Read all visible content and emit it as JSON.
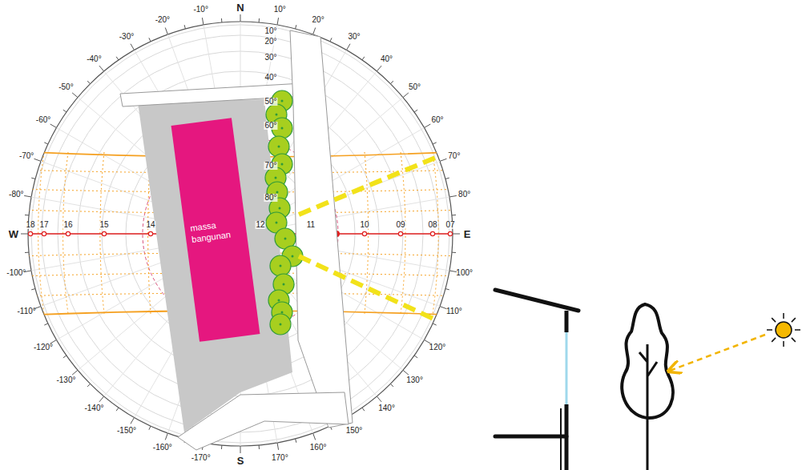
{
  "diagram": {
    "nodes": [
      {
        "text": [
          "massa bangunan"
        ]
      }
    ],
    "labels": [
      "N",
      "S",
      "W",
      "E",
      "10°",
      "20°",
      "30°",
      "40°",
      "50°",
      "60°",
      "70°",
      "80°",
      "100°",
      "110°",
      "120°",
      "130°",
      "140°",
      "150°",
      "160°",
      "170°",
      "-10°",
      "-20°",
      "-30°",
      "-40°",
      "-50°",
      "-60°",
      "-70°",
      "-80°",
      "-100°",
      "-110°",
      "-120°",
      "-130°",
      "-140°",
      "-150°",
      "-160°",
      "-170°",
      "10°",
      "20°",
      "30°",
      "40°",
      "50°",
      "60°",
      "70°",
      "80°",
      "18",
      "17",
      "16",
      "15",
      "14",
      "12",
      "11",
      "10",
      "09",
      "08",
      "07"
    ]
  }
}
